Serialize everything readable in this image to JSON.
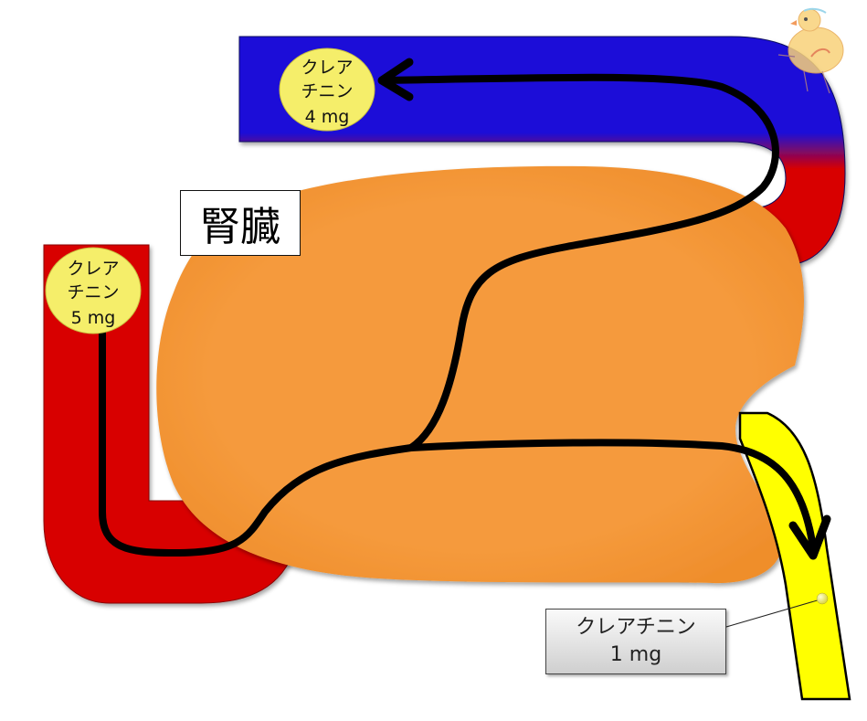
{
  "diagram": {
    "title": "腎臓",
    "organ_label": "kidney",
    "colors": {
      "artery": "#d80000",
      "vein": "#1a10d8",
      "kidney": "#f59a3c",
      "urine": "#ffff00",
      "marker": "#f5ee6a",
      "flow_line": "#000000"
    },
    "markers": {
      "inflow": {
        "line1": "クレア",
        "line2": "チニン",
        "line3": "5 mg"
      },
      "outflow_blood": {
        "line1": "クレア",
        "line2": "チニン",
        "line3": "4 mg"
      },
      "urine": {
        "line1": "クレアチニン",
        "line2": "1 mg"
      }
    },
    "decorations": {
      "mascot": "chick-illustration"
    }
  }
}
